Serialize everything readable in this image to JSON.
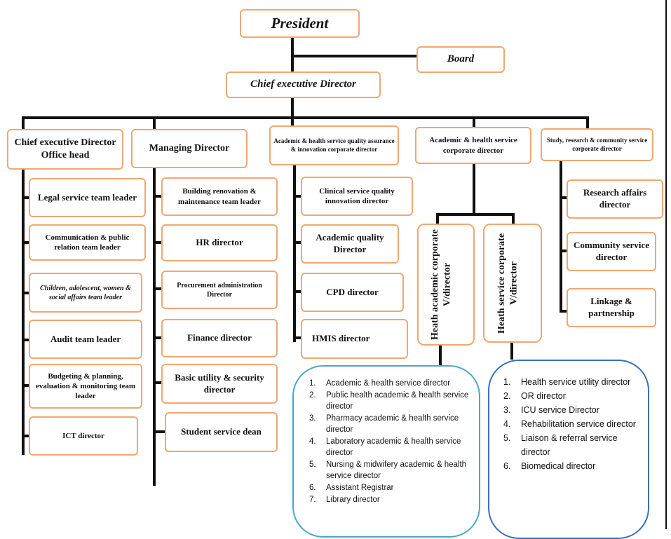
{
  "colors": {
    "box_border": "#f0a772",
    "connector": "#111111",
    "list_left_border": "#4aa8c6",
    "list_right_border": "#3d6fb5"
  },
  "top": {
    "president": "President",
    "board": "Board",
    "ced": "Chief executive Director"
  },
  "level2": {
    "ced_office_head": "Chief executive Director Office head",
    "managing_director": "Managing Director",
    "academic_quality_corporate": "Academic & health service quality assurance & innovation corporate director",
    "academic_health_corporate": "Academic & health service corporate director",
    "study_research_corporate": "Study, research & community service corporate director"
  },
  "office_head_children": [
    "Legal service team leader",
    "Communication & public relation team leader",
    "Children, adolescent, women & social affairs team leader",
    "Audit team leader",
    "Budgeting & planning, evaluation & monitoring team leader",
    "ICT director"
  ],
  "managing_children": [
    "Building renovation & maintenance team leader",
    "HR director",
    "Procurement administration Director",
    "Finance director",
    "Basic utility & security director",
    "Student service dean"
  ],
  "quality_children": [
    "Clinical service quality innovation director",
    "Academic quality Director",
    "CPD director",
    "HMIS director"
  ],
  "corporate_children": [
    "Heath academic corporate V/director",
    "Heath service corporate V/director"
  ],
  "research_children": [
    "Research affairs director",
    "Community service director",
    "Linkage & partnership"
  ],
  "academic_list": [
    {
      "num": "1.",
      "text": "Academic & health service director"
    },
    {
      "num": "2.",
      "text": "Public health academic  & health service director"
    },
    {
      "num": "3.",
      "text": "Pharmacy academic & health service director"
    },
    {
      "num": "4.",
      "text": "Laboratory academic & health service director"
    },
    {
      "num": "5.",
      "text": "Nursing & midwifery academic & health service director"
    },
    {
      "num": "6.",
      "text": "Assistant Registrar"
    },
    {
      "num": "7.",
      "text": "Library director"
    }
  ],
  "service_list": [
    {
      "num": "1.",
      "text": "Health service utility director"
    },
    {
      "num": "2.",
      "text": "OR director"
    },
    {
      "num": "3.",
      "text": "ICU service Director"
    },
    {
      "num": "4.",
      "text": "Rehabilitation service director"
    },
    {
      "num": "5.",
      "text": "Liaison & referral service director"
    },
    {
      "num": "6.",
      "text": "Biomedical director"
    }
  ]
}
